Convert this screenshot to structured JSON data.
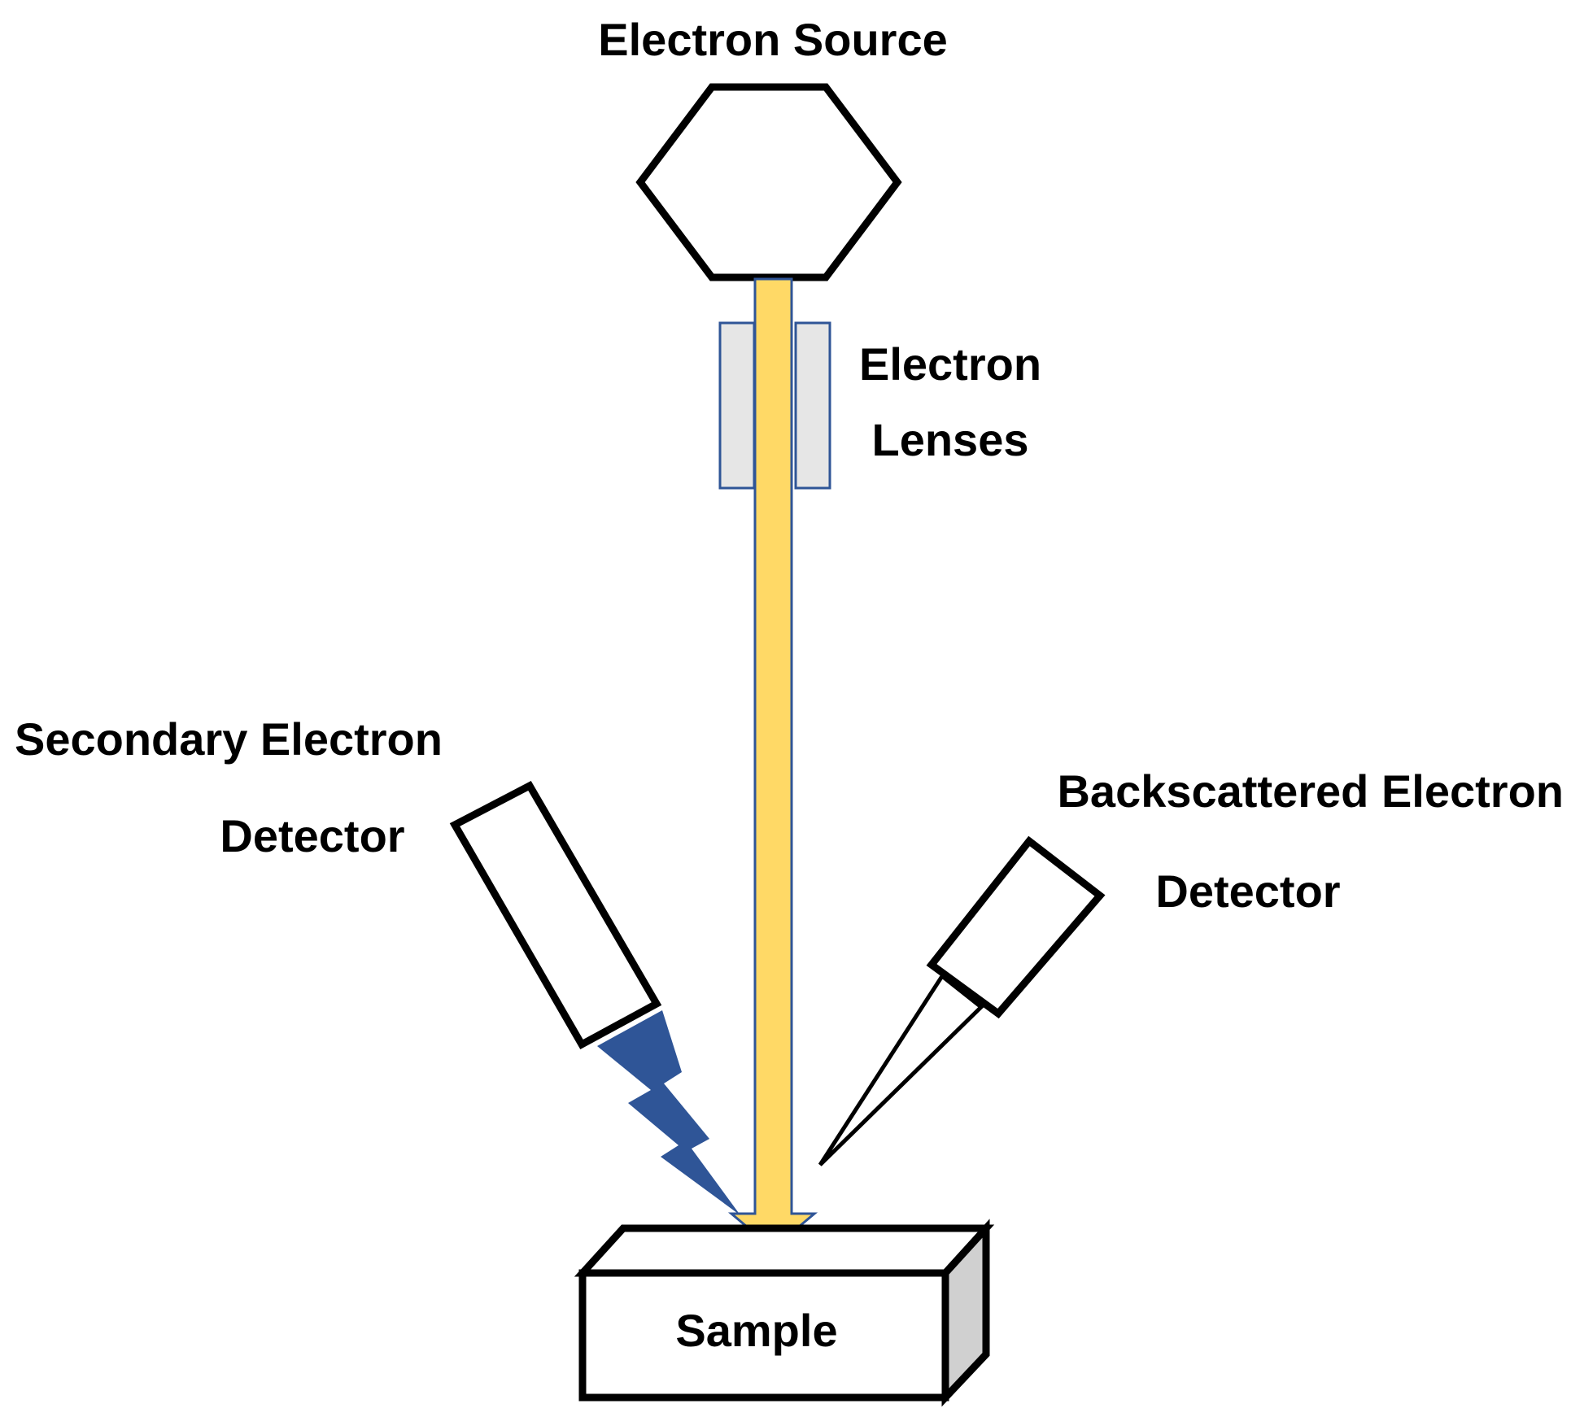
{
  "labels": {
    "electron_source": "Electron Source",
    "electron_lenses_line1": "Electron",
    "electron_lenses_line2": "Lenses",
    "secondary_detector_line1": "Secondary Electron",
    "secondary_detector_line2": "Detector",
    "backscattered_detector_line1": "Backscattered Electron",
    "backscattered_detector_line2": "Detector",
    "sample": "Sample"
  },
  "colors": {
    "beam_fill": "#FFD966",
    "beam_stroke": "#2F5597",
    "lens_fill": "#E6E6E6",
    "lens_stroke": "#2F5597",
    "secondary_signal": "#2F5597",
    "sample_side": "#D0D0D0",
    "outline": "#000000",
    "background": "#FFFFFF"
  }
}
